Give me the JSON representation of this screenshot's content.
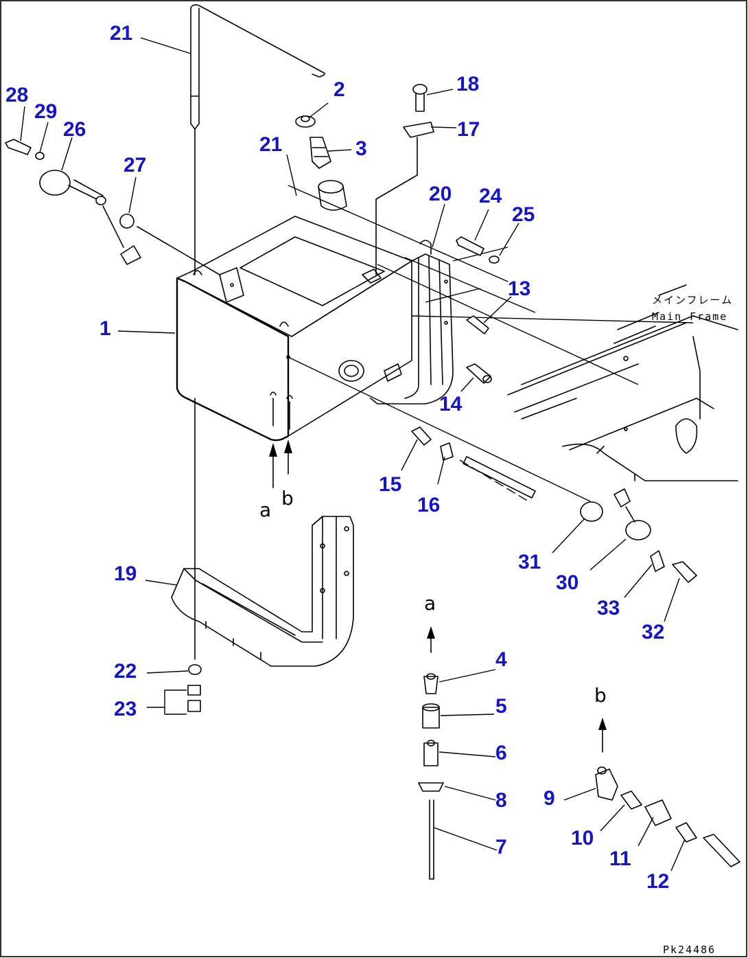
{
  "callouts": [
    {
      "id": "c21a",
      "text": "21"
    },
    {
      "id": "c2",
      "text": "2"
    },
    {
      "id": "c18",
      "text": "18"
    },
    {
      "id": "c28",
      "text": "28"
    },
    {
      "id": "c29",
      "text": "29"
    },
    {
      "id": "c26",
      "text": "26"
    },
    {
      "id": "c21b",
      "text": "21"
    },
    {
      "id": "c3",
      "text": "3"
    },
    {
      "id": "c17",
      "text": "17"
    },
    {
      "id": "c27",
      "text": "27"
    },
    {
      "id": "c20",
      "text": "20"
    },
    {
      "id": "c24",
      "text": "24"
    },
    {
      "id": "c25",
      "text": "25"
    },
    {
      "id": "c13",
      "text": "13"
    },
    {
      "id": "c1",
      "text": "1"
    },
    {
      "id": "c14",
      "text": "14"
    },
    {
      "id": "c15",
      "text": "15"
    },
    {
      "id": "c16",
      "text": "16"
    },
    {
      "id": "c31",
      "text": "31"
    },
    {
      "id": "c30",
      "text": "30"
    },
    {
      "id": "c19",
      "text": "19"
    },
    {
      "id": "c33",
      "text": "33"
    },
    {
      "id": "c32",
      "text": "32"
    },
    {
      "id": "c22",
      "text": "22"
    },
    {
      "id": "c23",
      "text": "23"
    },
    {
      "id": "c4",
      "text": "4"
    },
    {
      "id": "c5",
      "text": "5"
    },
    {
      "id": "c6",
      "text": "6"
    },
    {
      "id": "c8",
      "text": "8"
    },
    {
      "id": "c7",
      "text": "7"
    },
    {
      "id": "c9",
      "text": "9"
    },
    {
      "id": "c10",
      "text": "10"
    },
    {
      "id": "c11",
      "text": "11"
    },
    {
      "id": "c12",
      "text": "12"
    }
  ],
  "view_letters": {
    "a_under_tank": "a",
    "b_under_tank": "b",
    "a_detail": "a",
    "b_detail": "b"
  },
  "frame_label": {
    "japanese": "メインフレーム",
    "english": "Main Frame"
  },
  "drawing_code": "Pk24486",
  "colors": {
    "callout": "#1414c8",
    "line": "#000000",
    "background": "#ffffff"
  }
}
